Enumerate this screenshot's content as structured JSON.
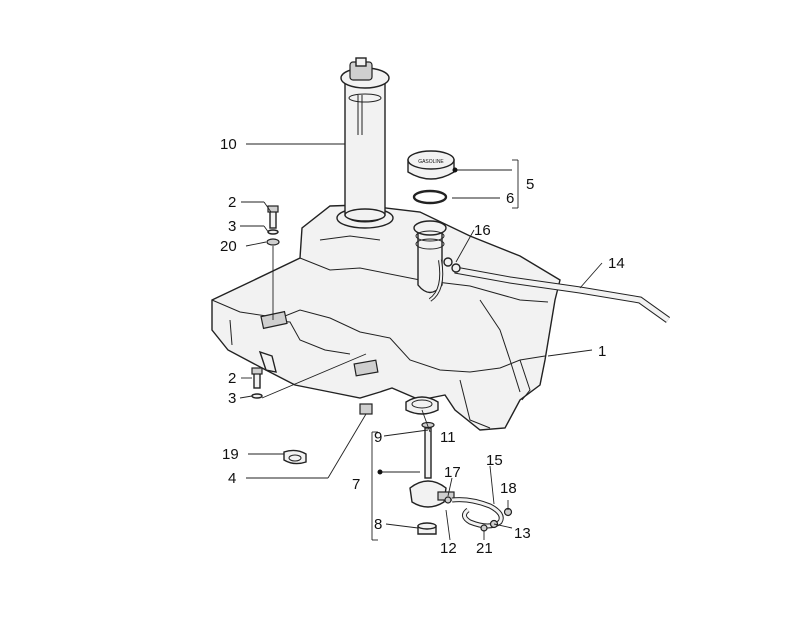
{
  "diagram": {
    "cap_text": "GASOLINE",
    "callouts": [
      {
        "id": "c1",
        "label": "1"
      },
      {
        "id": "c2a",
        "label": "2"
      },
      {
        "id": "c3a",
        "label": "3"
      },
      {
        "id": "c20",
        "label": "20"
      },
      {
        "id": "c2b",
        "label": "2"
      },
      {
        "id": "c3b",
        "label": "3"
      },
      {
        "id": "c19",
        "label": "19"
      },
      {
        "id": "c4",
        "label": "4"
      },
      {
        "id": "c10",
        "label": "10"
      },
      {
        "id": "c5",
        "label": "5"
      },
      {
        "id": "c6",
        "label": "6"
      },
      {
        "id": "c16",
        "label": "16"
      },
      {
        "id": "c14",
        "label": "14"
      },
      {
        "id": "c9",
        "label": "9"
      },
      {
        "id": "c11",
        "label": "11"
      },
      {
        "id": "c7",
        "label": "7"
      },
      {
        "id": "c8",
        "label": "8"
      },
      {
        "id": "c17",
        "label": "17"
      },
      {
        "id": "c15",
        "label": "15"
      },
      {
        "id": "c18",
        "label": "18"
      },
      {
        "id": "c12",
        "label": "12"
      },
      {
        "id": "c21",
        "label": "21"
      },
      {
        "id": "c13",
        "label": "13"
      }
    ]
  }
}
